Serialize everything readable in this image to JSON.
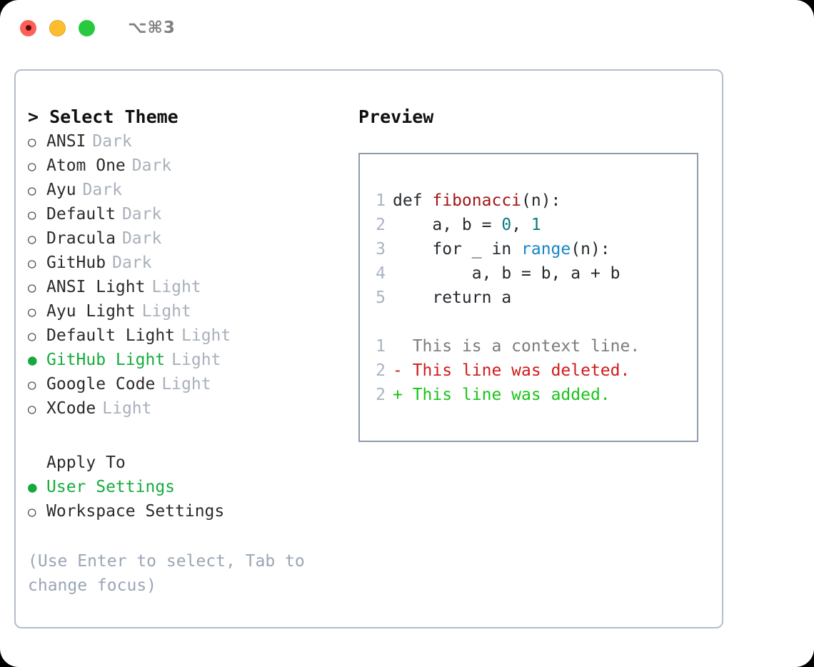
{
  "titlebar": {
    "shortcut": "⌥⌘3",
    "dots": [
      "close-red",
      "minimize-yellow",
      "maximize-green"
    ]
  },
  "left": {
    "heading": "> Select Theme",
    "themes": [
      {
        "bullet": "○",
        "label": "ANSI",
        "suffix": "Dark",
        "selected": false
      },
      {
        "bullet": "○",
        "label": "Atom One",
        "suffix": "Dark",
        "selected": false
      },
      {
        "bullet": "○",
        "label": "Ayu",
        "suffix": "Dark",
        "selected": false
      },
      {
        "bullet": "○",
        "label": "Default",
        "suffix": "Dark",
        "selected": false
      },
      {
        "bullet": "○",
        "label": "Dracula",
        "suffix": "Dark",
        "selected": false
      },
      {
        "bullet": "○",
        "label": "GitHub",
        "suffix": "Dark",
        "selected": false
      },
      {
        "bullet": "○",
        "label": "ANSI Light",
        "suffix": "Light",
        "selected": false
      },
      {
        "bullet": "○",
        "label": "Ayu Light",
        "suffix": "Light",
        "selected": false
      },
      {
        "bullet": "○",
        "label": "Default Light",
        "suffix": "Light",
        "selected": false
      },
      {
        "bullet": "●",
        "label": "GitHub Light",
        "suffix": "Light",
        "selected": true
      },
      {
        "bullet": "○",
        "label": "Google Code",
        "suffix": "Light",
        "selected": false
      },
      {
        "bullet": "○",
        "label": "XCode",
        "suffix": "Light",
        "selected": false
      }
    ],
    "apply_to": {
      "title": "Apply To",
      "options": [
        {
          "bullet": "●",
          "label": "User Settings",
          "selected": true
        },
        {
          "bullet": "○",
          "label": "Workspace Settings",
          "selected": false
        }
      ]
    },
    "hint": "(Use Enter to select, Tab to change focus)"
  },
  "right": {
    "heading": "Preview",
    "code_lines": [
      {
        "num": "1",
        "segments": [
          {
            "text": "def ",
            "style": "plain"
          },
          {
            "text": "fibonacci",
            "style": "fn"
          },
          {
            "text": "(n):",
            "style": "plain"
          }
        ]
      },
      {
        "num": "2",
        "segments": [
          {
            "text": "    a, b = ",
            "style": "plain"
          },
          {
            "text": "0",
            "style": "num"
          },
          {
            "text": ", ",
            "style": "plain"
          },
          {
            "text": "1",
            "style": "num"
          }
        ]
      },
      {
        "num": "3",
        "segments": [
          {
            "text": "    for _ in ",
            "style": "plain"
          },
          {
            "text": "range",
            "style": "call"
          },
          {
            "text": "(n):",
            "style": "plain"
          }
        ]
      },
      {
        "num": "4",
        "segments": [
          {
            "text": "        a, b = b, a + b",
            "style": "plain"
          }
        ]
      },
      {
        "num": "5",
        "segments": [
          {
            "text": "    return a",
            "style": "plain"
          }
        ]
      }
    ],
    "diff_lines": [
      {
        "num": "1",
        "marker": "  ",
        "text": "This is a context line.",
        "style": "ctx"
      },
      {
        "num": "2",
        "marker": "- ",
        "text": "This line was deleted.",
        "style": "del"
      },
      {
        "num": "2",
        "marker": "+ ",
        "text": "This line was added.",
        "style": "add"
      }
    ]
  },
  "colors": {
    "selected_green": "#16ab3d",
    "diff_add": "#17c417",
    "diff_del": "#cf1b1b",
    "token_function": "#a31515",
    "token_number": "#0b7b78",
    "token_call": "#1585c7",
    "muted": "#a9b0bb",
    "border": "#b4bdcb"
  }
}
